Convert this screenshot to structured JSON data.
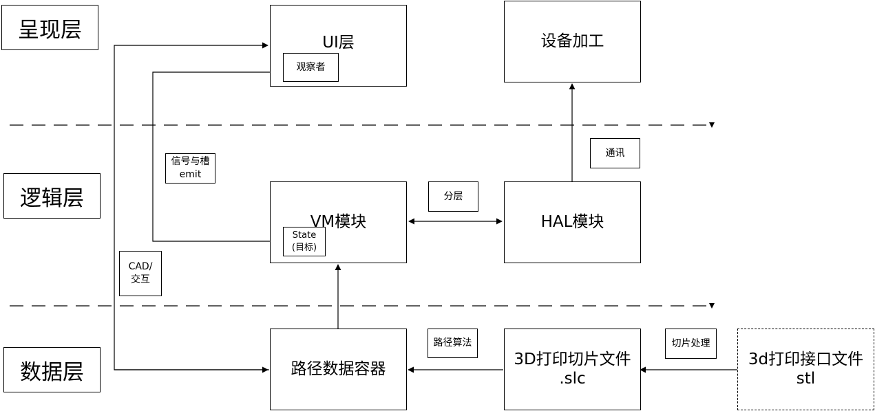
{
  "layers": {
    "presentation": "呈现层",
    "logic": "逻辑层",
    "data": "数据层"
  },
  "blocks": {
    "ui": "UI层",
    "device": "设备加工",
    "vm": "VM模块",
    "hal": "HAL模块",
    "path_container": "路径数据容器",
    "slice_file": "3D打印切片文件\n.slc",
    "stl_file": "3d打印接口文件\nstl"
  },
  "tags": {
    "observer": "观察者",
    "state": "State\n(目标)",
    "signal_slot": "信号与槽\nemit",
    "cad": "CAD/\n交互",
    "layering": "分层",
    "comm": "通讯",
    "path_algo": "路径算法",
    "slicing": "切片处理"
  }
}
